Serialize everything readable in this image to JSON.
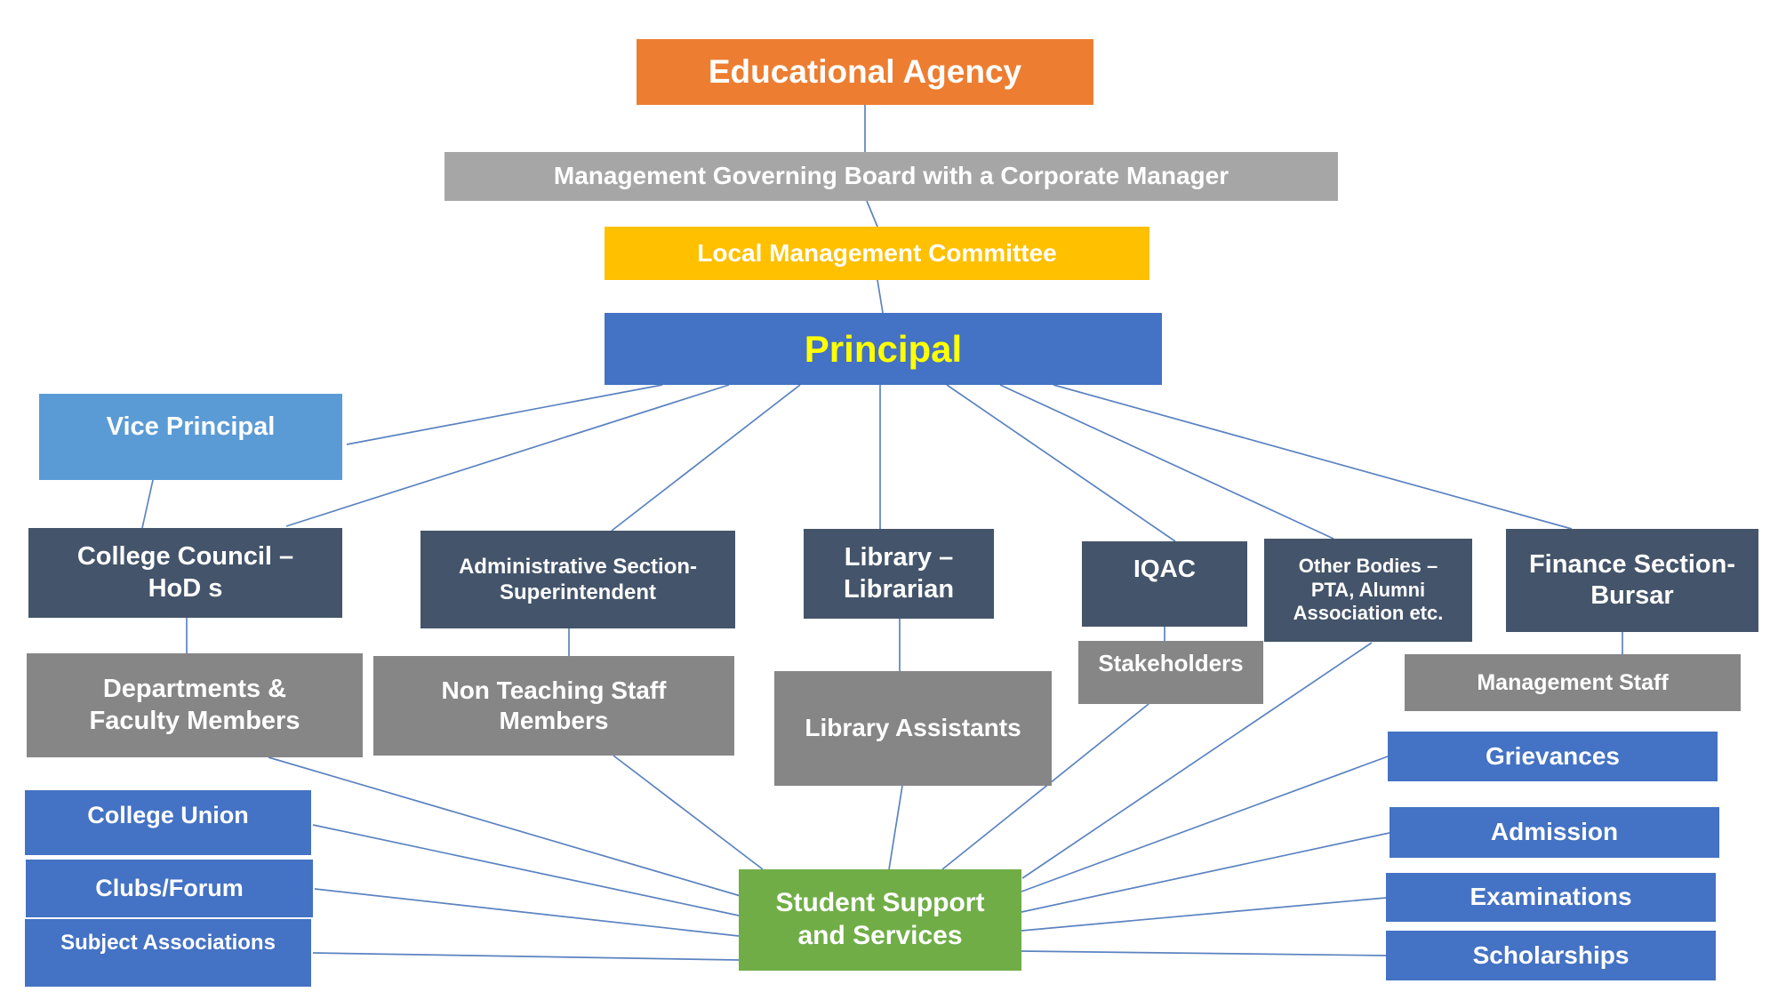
{
  "diagram": {
    "nodes": {
      "edu_agency": {
        "label": "Educational Agency"
      },
      "mgmt_board": {
        "label": "Management Governing Board with a Corporate Manager"
      },
      "lmc": {
        "label": "Local Management Committee"
      },
      "principal": {
        "label": "Principal"
      },
      "vice_principal": {
        "label": "Vice Principal"
      },
      "college_council": {
        "label": "College Council –\nHoD s"
      },
      "admin_section": {
        "label": "Administrative Section-\nSuperintendent"
      },
      "library": {
        "label": "Library –\nLibrarian"
      },
      "iqac": {
        "label": "IQAC"
      },
      "other_bodies": {
        "label": "Other Bodies –\nPTA, Alumni\nAssociation etc."
      },
      "finance_section": {
        "label": "Finance Section-\nBursar"
      },
      "departments": {
        "label": "Departments &\nFaculty Members"
      },
      "non_teaching": {
        "label": "Non Teaching Staff\nMembers"
      },
      "library_assistants": {
        "label": "Library Assistants"
      },
      "stakeholders": {
        "label": "Stakeholders"
      },
      "management_staff": {
        "label": "Management Staff"
      },
      "college_union": {
        "label": "College Union"
      },
      "clubs_forum": {
        "label": "Clubs/Forum"
      },
      "subject_associations": {
        "label": "Subject Associations"
      },
      "student_support": {
        "label": "Student Support\nand Services"
      },
      "grievances": {
        "label": "Grievances"
      },
      "admission": {
        "label": "Admission"
      },
      "examinations": {
        "label": "Examinations"
      },
      "scholarships": {
        "label": "Scholarships"
      }
    },
    "edges": [
      {
        "from": "edu_agency",
        "to": "mgmt_board"
      },
      {
        "from": "mgmt_board",
        "to": "lmc"
      },
      {
        "from": "lmc",
        "to": "principal"
      },
      {
        "from": "principal",
        "to": "vice_principal"
      },
      {
        "from": "principal",
        "to": "college_council"
      },
      {
        "from": "principal",
        "to": "admin_section"
      },
      {
        "from": "principal",
        "to": "library"
      },
      {
        "from": "principal",
        "to": "iqac"
      },
      {
        "from": "principal",
        "to": "other_bodies"
      },
      {
        "from": "principal",
        "to": "finance_section"
      },
      {
        "from": "vice_principal",
        "to": "college_council"
      },
      {
        "from": "college_council",
        "to": "departments"
      },
      {
        "from": "admin_section",
        "to": "non_teaching"
      },
      {
        "from": "library",
        "to": "library_assistants"
      },
      {
        "from": "iqac",
        "to": "stakeholders"
      },
      {
        "from": "finance_section",
        "to": "management_staff"
      },
      {
        "from": "departments",
        "to": "student_support"
      },
      {
        "from": "non_teaching",
        "to": "student_support"
      },
      {
        "from": "library_assistants",
        "to": "student_support"
      },
      {
        "from": "stakeholders",
        "to": "student_support"
      },
      {
        "from": "other_bodies",
        "to": "student_support"
      },
      {
        "from": "college_union",
        "to": "student_support"
      },
      {
        "from": "clubs_forum",
        "to": "student_support"
      },
      {
        "from": "subject_associations",
        "to": "student_support"
      },
      {
        "from": "grievances",
        "to": "student_support"
      },
      {
        "from": "admission",
        "to": "student_support"
      },
      {
        "from": "examinations",
        "to": "student_support"
      },
      {
        "from": "scholarships",
        "to": "student_support"
      }
    ],
    "colors": {
      "orange": "#ED7D31",
      "light_gray": "#A6A6A6",
      "gold": "#FFC000",
      "blue": "#4472C4",
      "sky_blue": "#5B9BD5",
      "navy": "#44546A",
      "gray": "#868686",
      "green": "#70AD47",
      "principal_text": "#FFFF00",
      "connector": "#5B83C0"
    }
  }
}
